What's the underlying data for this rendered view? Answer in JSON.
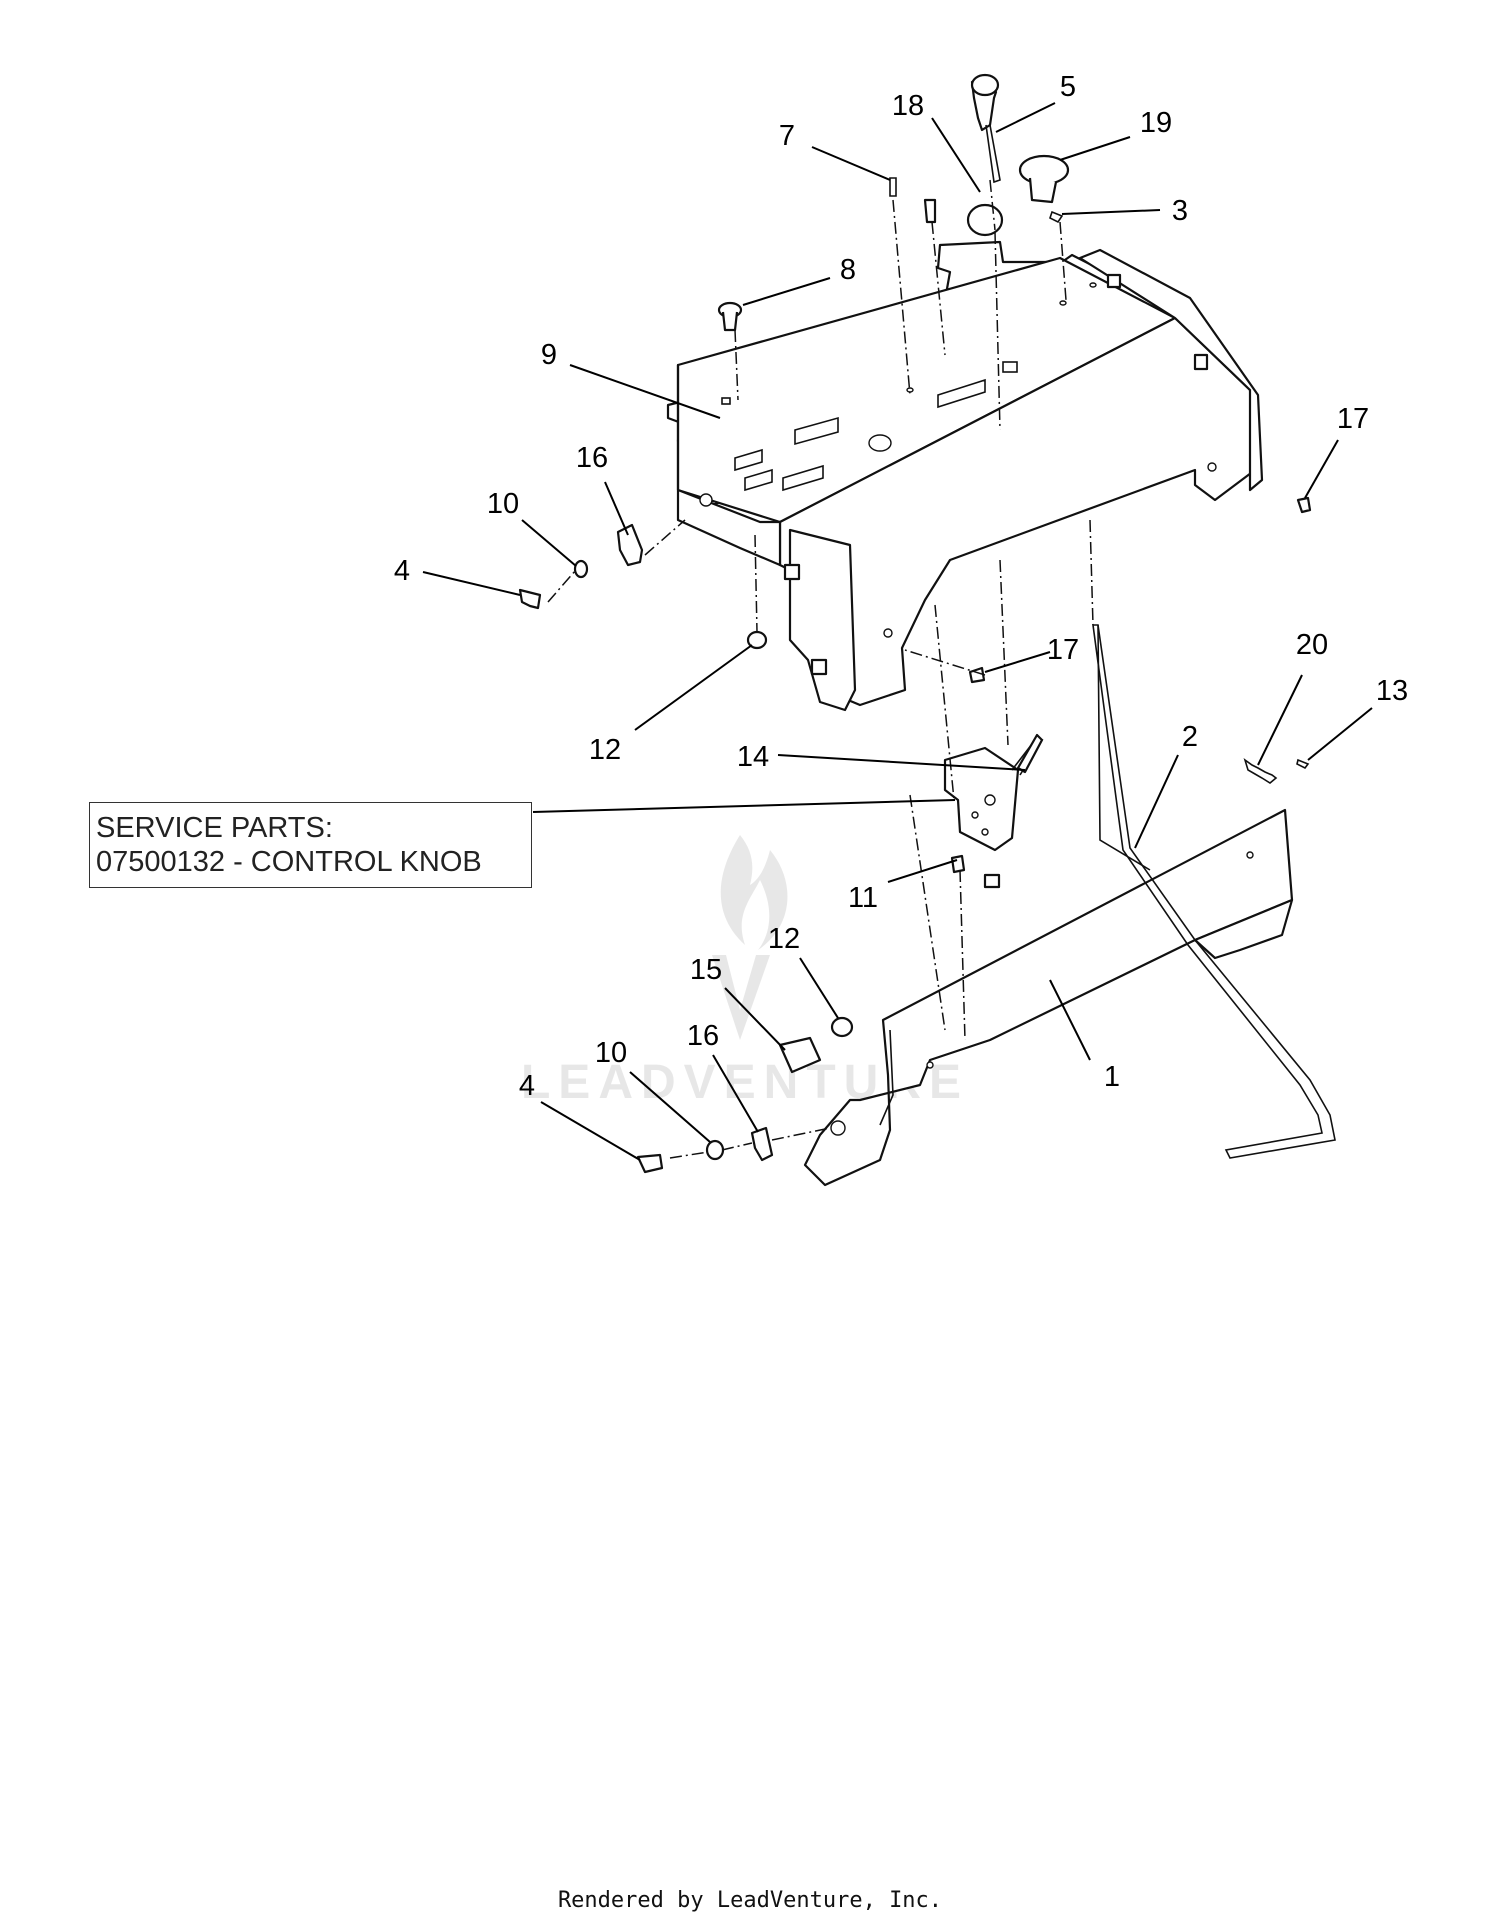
{
  "service_parts": {
    "line1": "SERVICE PARTS:",
    "line2": "07500132 - CONTROL KNOB"
  },
  "callouts": {
    "c1": "1",
    "c2": "2",
    "c3": "3",
    "c4a": "4",
    "c4b": "4",
    "c5": "5",
    "c7": "7",
    "c8": "8",
    "c9": "9",
    "c10a": "10",
    "c10b": "10",
    "c11": "11",
    "c12a": "12",
    "c12b": "12",
    "c13": "13",
    "c14": "14",
    "c15": "15",
    "c16a": "16",
    "c16b": "16",
    "c17a": "17",
    "c17b": "17",
    "c18": "18",
    "c19": "19",
    "c20": "20"
  },
  "watermark": "LEADVENTURE",
  "footer": "Rendered by LeadVenture, Inc."
}
